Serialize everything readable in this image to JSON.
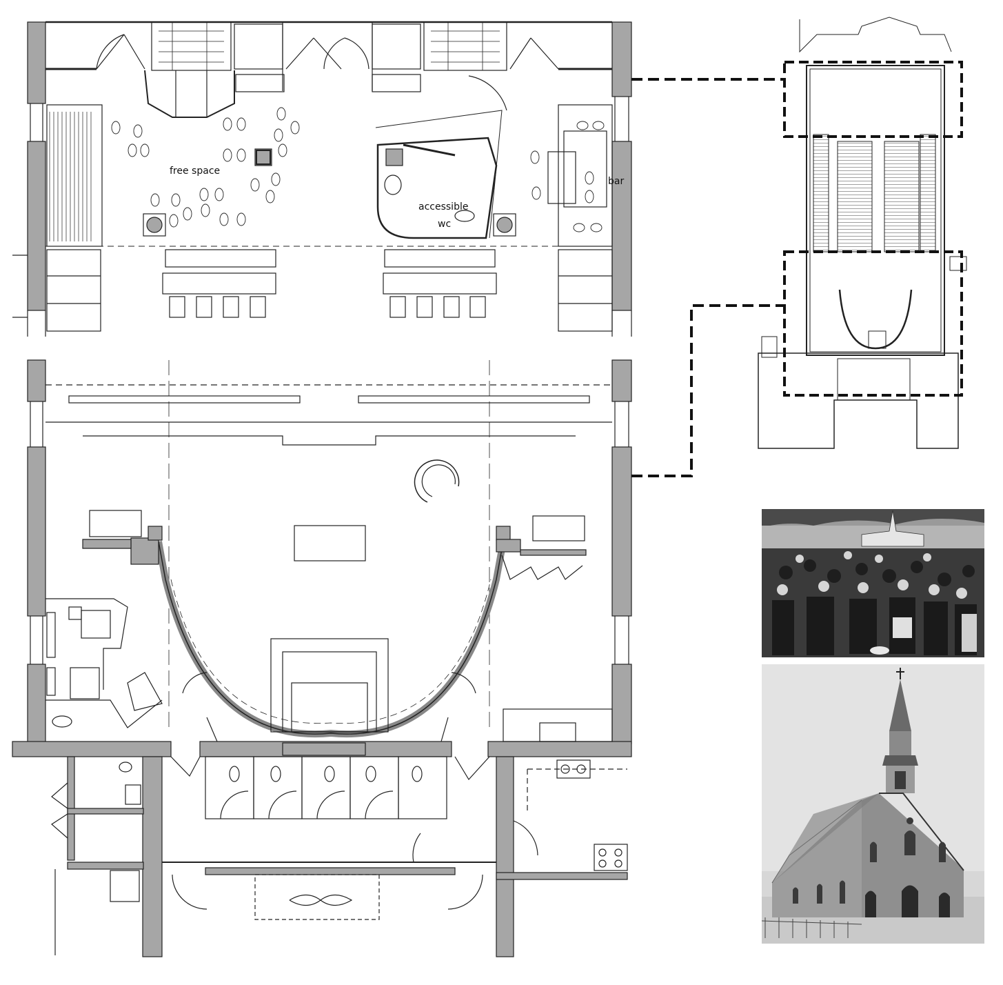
{
  "labels": {
    "free_space": "free space",
    "bar": "bar",
    "accessible": "accessible",
    "wc": "wc"
  },
  "colors": {
    "wall_fill": "#a6a6a6",
    "line": "#222222",
    "thin_line": "#555555",
    "photo_dark": "#2b2b2b",
    "photo_light": "#bdbdbd"
  },
  "figures": {
    "upper_plan": "entrance floor plan",
    "lower_plan": "chancel floor plan",
    "key_plan": "key plan of church",
    "photo_crowd": "crowd seated in front of church",
    "photo_church": "stone church with steeple"
  }
}
